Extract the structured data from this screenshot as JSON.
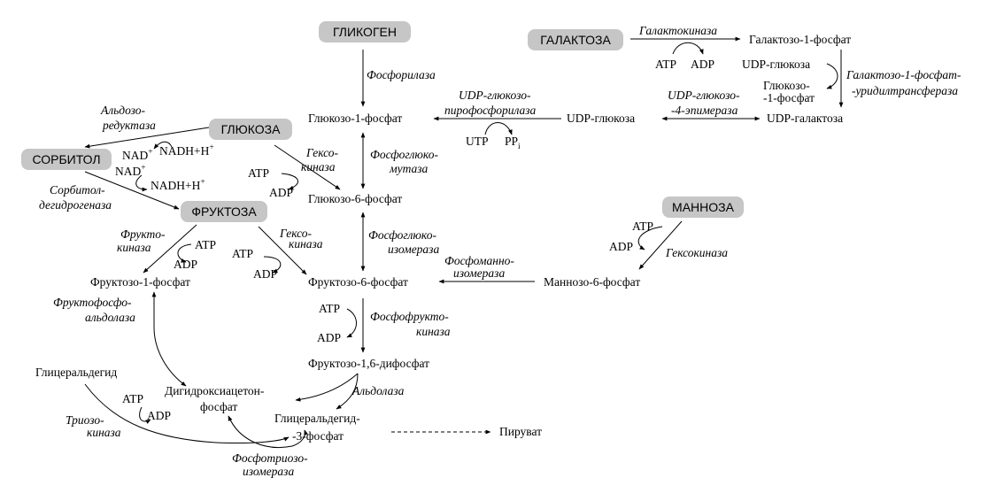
{
  "substrates": {
    "glycogen": "ГЛИКОГЕН",
    "galactose": "ГАЛАКТОЗА",
    "glucose": "ГЛЮКОЗА",
    "sorbitol": "СОРБИТОЛ",
    "fructose": "ФРУКТОЗА",
    "mannose": "МАННОЗА"
  },
  "metabolites": {
    "glucose_1p": "Глюкозо-1-фосфат",
    "glucose_6p": "Глюкозо-6-фосфат",
    "fructose_6p": "Фруктозо-6-фосфат",
    "fructose_16dp": "Фруктозо-1,6-дифосфат",
    "fructose_1p": "Фруктозо-1-фосфат",
    "mannose_6p": "Маннозо-6-фосфат",
    "galactose_1p": "Галактозо-1-фосфат",
    "udp_glucose_top": "UDP-глюкоза",
    "udp_glucose_mid": "UDP-глюкоза",
    "udp_galactose": "UDP-галактоза",
    "glucose_1p_split": [
      "Глюкозо-",
      "-1-фосфат"
    ],
    "glyceraldehyde": "Глицеральдегид",
    "dhap": [
      "Дигидроксиацетон-",
      "фосфат"
    ],
    "g3p": [
      "Глицеральдегид-",
      "-3-фосфат"
    ],
    "pyruvate": "Пируват"
  },
  "enzymes": {
    "phosphorylase": "Фосфорилаза",
    "galactokinase": "Галактокиназа",
    "gal1p_uridylyltransferase": [
      "Галактозо-1-фосфат-",
      "-уридилтрансфераза"
    ],
    "udp_glucose_pyrophosphorylase": [
      "UDP-глюкозо-",
      "пирофосфорилаза"
    ],
    "udp_glucose_epimerase": [
      "UDP-глюкозо-",
      "-4-эпимераза"
    ],
    "aldose_reductase": [
      "Альдозо-",
      "редуктаза"
    ],
    "sorbitol_dehydrogenase": [
      "Сорбитол-",
      "дегидрогеназа"
    ],
    "hexokinase_glc": [
      "Гексо-",
      "киназа"
    ],
    "hexokinase_fru": [
      "Гексо-",
      "киназа"
    ],
    "phosphoglucomutase": [
      "Фосфоглюко-",
      "мутаза"
    ],
    "phosphoglucoisomerase": [
      "Фосфоглюко-",
      "изомераза"
    ],
    "phosphomannoisomerase": [
      "Фосфоманно-",
      "изомераза"
    ],
    "hexokinase_man": "Гексокиназа",
    "fructokinase": [
      "Фрукто-",
      "киназа"
    ],
    "phosphofructokinase": [
      "Фосфофрукто-",
      "киназа"
    ],
    "fructose_phosphoaldolase": [
      "Фруктофосфо-",
      "альдолаза"
    ],
    "aldolase": "Альдолаза",
    "triokinase": [
      "Триозо-",
      "киназа"
    ],
    "triose_phosphate_isomerase": [
      "Фосфотриозо-",
      "изомераза"
    ]
  },
  "cofactors": {
    "atp": "ATP",
    "adp": "ADP",
    "utp": "UTP",
    "ppi": "PP",
    "ppi_sub": "i",
    "nad": "NAD",
    "nadh": "NADH+H",
    "plus": "+"
  }
}
